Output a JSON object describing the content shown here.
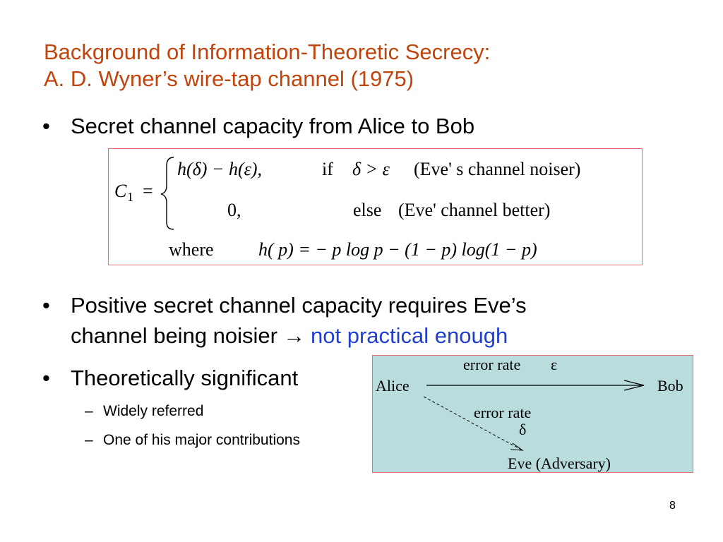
{
  "title": {
    "line1": "Background of Information-Theoretic Secrecy:",
    "line2": "A. D. Wyner’s wire-tap channel (1975)"
  },
  "bullets": {
    "b1": "Secret channel capacity from Alice to Bob",
    "b2_line1": "Positive secret channel capacity requires Eve’s",
    "b2_line2_start": "channel being noisier",
    "b2_arrow": "→",
    "b2_highlight": "not practical enough",
    "b3": "Theoretically significant",
    "bullet_symbol": "•",
    "sub_symbol": "–",
    "sub1": "Widely referred",
    "sub2": "One of his major contributions"
  },
  "formula": {
    "lhs_C": "C",
    "lhs_sub": "1",
    "lhs_eq": "=",
    "row1_expr": "h(δ) − h(ε),",
    "row1_if": "if",
    "row1_cond": "δ > ε",
    "row1_note": "(Eve' s channel noiser)",
    "row2_val": "0,",
    "row2_else": "else",
    "row2_note": "(Eve' channel better)",
    "where_label": "where",
    "where_expr": "h( p) = − p log p − (1 − p) log(1 − p)"
  },
  "diagram": {
    "alice": "Alice",
    "bob": "Bob",
    "eve": "Eve (Adversary)",
    "top_label": "error rate",
    "top_symbol": "ε",
    "diag_label": "error rate",
    "diag_symbol": "δ"
  },
  "page_number": "8",
  "colors": {
    "title": "#c0440c",
    "highlight": "#1f3fcc",
    "box_border": "#e07070",
    "diagram_bg": "#b9dcdd"
  }
}
